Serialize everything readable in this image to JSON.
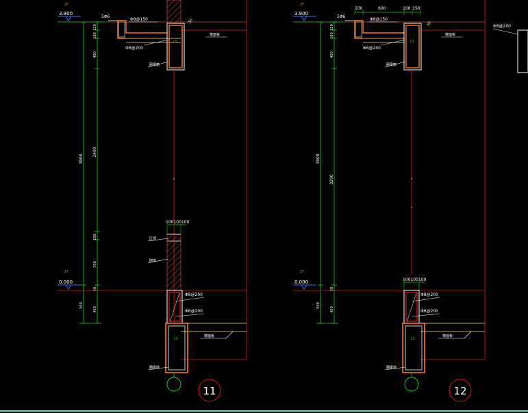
{
  "colors": {
    "background": "#000000",
    "green": "#1fd11f",
    "red": "#e01818",
    "white": "#ffffff",
    "orange": "#ff7a1a",
    "lightorange": "#ffb766",
    "yellow": "#ffe066",
    "cyan": "#40e0e0",
    "blue": "#3a6cff",
    "brownred": "#c04040",
    "darkred": "#a01010"
  },
  "detail11": {
    "level_top_tag": "2F",
    "level_top": "3.900",
    "level_bot_tag": "1F",
    "level_bot": "0.000",
    "dim_total": "3900",
    "dim_mid": "2400",
    "dim_top_a": "400",
    "dim_top_b": "120",
    "dim_top_c": "180",
    "dim_wall_a": "100",
    "dim_wall_b": "700",
    "dim_wall_c": "50",
    "dim_base_total": "500",
    "dim_base_a": "450",
    "dim_top_width": "100100100",
    "rebar_top_a": "5Φ6",
    "rebar_top_b": "Φ8@150",
    "rebar_top_c": "Φ6@200",
    "rebar_top_d": "50",
    "rebar_mid_a": "Φ8@200",
    "rebar_mid_b": "Φ6@200",
    "beam_mark": "L5",
    "label_parapet": "压顶",
    "label_wall": "砌体",
    "label_slab_top": "楼面板",
    "label_slab_bot": "楼面板",
    "label_beam_top": "圈梁筋",
    "label_beam_bot": "圈梁筋",
    "detail_no": "11"
  },
  "detail12": {
    "level_top_tag": "2F",
    "level_top": "3.900",
    "level_bot_tag": "1F",
    "level_bot": "0.000",
    "dim_total": "3900",
    "dim_mid": "3200",
    "dim_top_a": "400",
    "dim_top_b": "120",
    "dim_top_c": "180",
    "dim_wall_c": "50",
    "dim_base_total": "500",
    "dim_base_a": "450",
    "dim_h1": "100",
    "dim_h2": "600",
    "dim_h3": "100",
    "dim_h4": "150",
    "dim_mid_width": "100100100",
    "rebar_top_a": "5Φ6",
    "rebar_top_b": "Φ8@150",
    "rebar_top_c": "Φ6@200",
    "rebar_top_d": "50",
    "rebar_mid_a": "Φ8@200",
    "rebar_mid_b": "Φ6@200",
    "rebar_right": "Φ8@200",
    "beam_mark": "L5",
    "label_slab_top": "楼面板",
    "label_slab_bot": "楼面板",
    "label_beam_top": "圈梁筋",
    "label_beam_bot": "圈梁筋",
    "detail_no": "12"
  }
}
